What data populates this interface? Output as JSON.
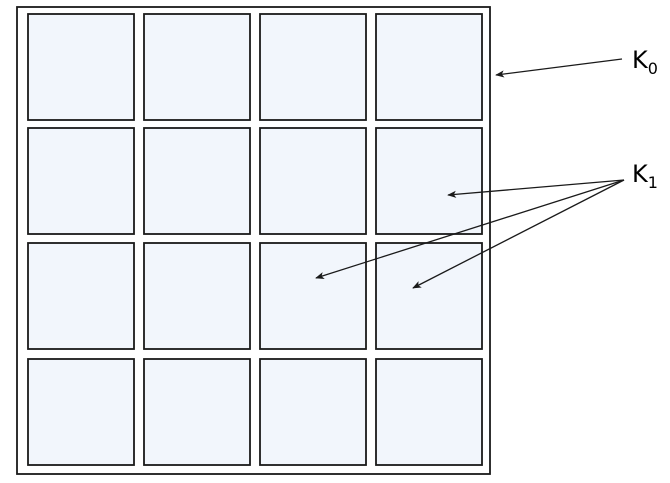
{
  "diagram": {
    "grid": {
      "rows": 4,
      "cols": 4
    },
    "colors": {
      "cell_fill": "#f2f6fc",
      "stroke": "#1a1a1a"
    },
    "labels": {
      "outer": {
        "base": "K",
        "sub": "0"
      },
      "inner": {
        "base": "K",
        "sub": "1"
      }
    },
    "arrow_targets": {
      "outer": "outer-square",
      "inner": [
        {
          "row": 2,
          "col": 4
        },
        {
          "row": 3,
          "col": 3
        },
        {
          "row": 3,
          "col": 4
        }
      ]
    }
  }
}
